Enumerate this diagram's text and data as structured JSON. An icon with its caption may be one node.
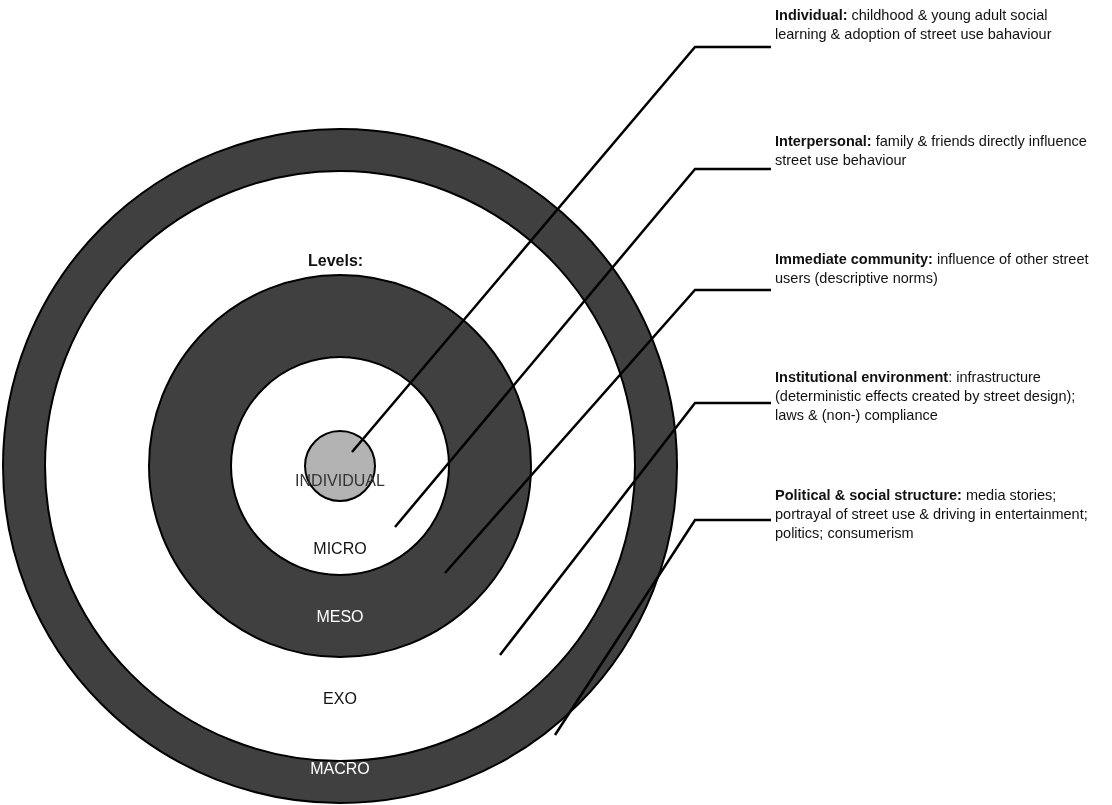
{
  "diagram": {
    "nodes": [
      {
        "text": [
          "MACRO"
        ]
      },
      {
        "text": [
          "EXO"
        ],
        "in": 0
      },
      {
        "text": [
          "MESO"
        ],
        "in": 1
      },
      {
        "text": [
          "MICRO"
        ],
        "in": 2
      },
      {
        "text": [
          "INDIVIDUAL"
        ],
        "in": 3
      },
      {
        "text": [
          "**Individual:** childhood & young adult social learning & adoption of street use bahaviour"
        ]
      },
      {
        "text": [
          "**Interpersonal:** family & friends directly influence street use behaviour"
        ]
      },
      {
        "text": [
          "**Immediate community:** influence of other street users (descriptive norms)"
        ]
      },
      {
        "text": [
          "**Institutional environment**: infrastructure (deterministic effects created by street design); laws & (non-) compliance"
        ]
      },
      {
        "text": [
          "**Political & social structure:** media stories; portrayal of street use & driving in entertainment; politics; consumerism"
        ]
      }
    ],
    "edges": [
      {
        "from": 5,
        "to": 4,
        "arrow": "none"
      },
      {
        "from": 6,
        "to": 3,
        "arrow": "none"
      },
      {
        "from": 7,
        "to": 2,
        "arrow": "none"
      },
      {
        "from": 8,
        "to": 1,
        "arrow": "none"
      },
      {
        "from": 9,
        "to": 0,
        "arrow": "none"
      }
    ],
    "labels": [
      "Levels:"
    ]
  }
}
